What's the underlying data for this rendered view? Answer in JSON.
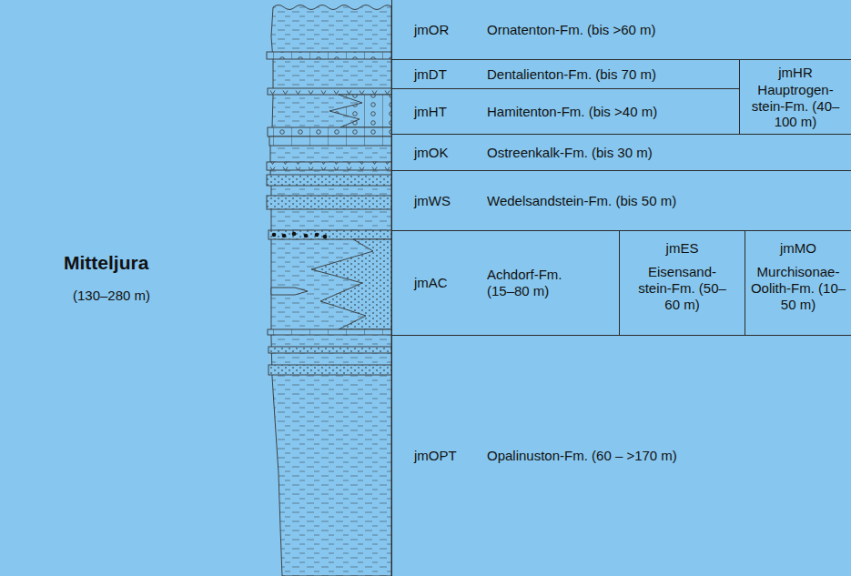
{
  "diagram": {
    "nodes": [
      {
        "text": [
          "jmOR",
          "Ornatenton-Fm. (bis >60 m)"
        ]
      },
      {
        "text": [
          "jmDT",
          "Dentalienton-Fm. (bis 70 m)"
        ]
      },
      {
        "text": [
          "jmHT",
          "Hamitenton-Fm. (bis >40 m)"
        ]
      },
      {
        "text": [
          "jmHR",
          "Hauptrogen- stein-Fm. (40–100 m)"
        ]
      },
      {
        "text": [
          "jmOK",
          "Ostreenkalk-Fm. (bis 30 m)"
        ]
      },
      {
        "text": [
          "jmWS",
          "Wedelsandstein-Fm. (bis 50 m)"
        ]
      },
      {
        "text": [
          "jmAC",
          "Achdorf-Fm. (15–80 m)"
        ]
      },
      {
        "text": [
          "jmES",
          "Eisensand- stein-Fm. (50–60 m)"
        ]
      },
      {
        "text": [
          "jmMO",
          "Murchisonae- Oolith-Fm. (10–50 m)"
        ]
      },
      {
        "text": [
          "jmOPT",
          "Opalinuston-Fm. (60 – >170 m)"
        ]
      }
    ],
    "labels": [
      "Mitteljura",
      "(130–280 m)"
    ]
  }
}
